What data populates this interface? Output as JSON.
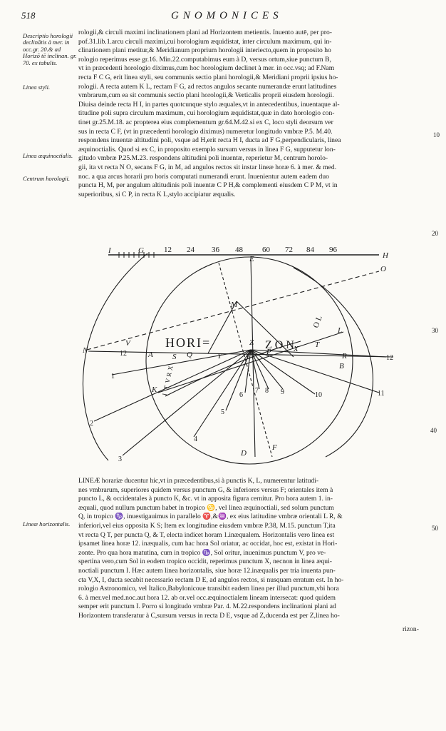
{
  "page": {
    "number": "518",
    "running_head": "GNOMONICES"
  },
  "margin_notes": [
    "Descriptio horologii declinātis à mer. in occ.gr. 20.& ad Horizō tē inclinan. gr. 70. ex tabulis.",
    "Linea styli.",
    "Linea æquinoctialis.",
    "Centrum horologii.",
    "Lineæ horizontalis."
  ],
  "line_numbers": [
    "10",
    "20",
    "30",
    "40",
    "50"
  ],
  "paragraph1": [
    "rologii,& circuli maximi inclinationem plani ad Horizontem metientis. Inuento autē, per pro-",
    "pof.31.lib.1.arcu circuli maximi,cui horologium æquidistat, inter circulum maximum, qui in-",
    "clinationem plani metitur,& Meridianum proprium horologii interiecto,quem in proposito ho",
    "rologio reperimus esse gr.16. Min.22.computabimus eum à D, versus ortum,siue punctum B,",
    "vt in præcedenti horologio diximus,cum hoc horologium declinet à mer. in occ.vsq; ad F.Nam",
    "recta F C G, erit linea styli, seu communis sectio plani horologii,& Meridiani proprii ipsius ho-",
    "rologii. A recta autem K L, rectam F G, ad rectos angulos secante numerandæ erunt latitudines",
    "vmbrarum,cum ea sit communis sectio plani horologii,& Verticalis proprii eiusdem horologii.",
    "Diuisa deinde recta H I, in partes quotcunque stylo æquales,vt in antecedentibus, inuentaque al-",
    "titudine poli supra circulum maximum, cui horologium æquidistat,quæ in dato horologio con-",
    "tinet gr.25.M.18. ac propterea eius complementum gr.64.M.42.si ex C, loco styli deorsum ver",
    "sus in recta C F, (vt in præcedenti horologio diximus) numeretur longitudo vmbræ P.5. M.40.",
    "respondens inuentæ altitudini poli, vsque ad H,erit recta H I, ducta ad F G,perpendicularis, linea",
    "æquinoctialis. Quod si ex C, in proposito exemplo sursum versus in linea F G, supputetur lon-",
    "gitudo vmbræ P.25.M.23. respondens altitudini poli inuentæ, reperietur M, centrum horolo-",
    "gii, ita vt recta N O, secans F G, in M, ad angulos rectos sit instar lineæ horæ 6. à mer. & med.",
    "noc. a qua arcus horarii pro horis computati numerandi erunt. Inuenientur autem eadem duo",
    "puncta H, M, per angulum altitudinis poli inuentæ C P H,& complementi eiusdem C P M, vt in",
    "superioribus, si C P, in recta K L,stylo accipiatur æqualis."
  ],
  "diagram": {
    "letters": [
      "I",
      "G",
      "E",
      "H",
      "O",
      "M",
      "N",
      "V",
      "L",
      "T",
      "A",
      "S",
      "Q",
      "Y",
      "Z",
      "C",
      "P",
      "R",
      "B",
      "K",
      "X",
      "D",
      "F"
    ],
    "scale_numbers": [
      "12",
      "24",
      "36",
      "48",
      "60",
      "72",
      "84",
      "96"
    ],
    "hour_numbers": [
      "12",
      "12",
      "1",
      "2",
      "3",
      "4",
      "5",
      "6",
      "7",
      "8",
      "9",
      "10",
      "11"
    ],
    "word_left": "HORI=",
    "word_right": "ZON",
    "word_ol": "O L",
    "stamp_letters": [
      "I",
      "T",
      "V",
      "R",
      "X"
    ]
  },
  "paragraph2": [
    "LINEÆ horariæ ducentur hic,vt in præcedentibus,si à punctis K, L, numerentur latitudi-",
    "nes vmbrarum, superiores quidem versus punctum G, & inferiores versus F; orientales item à",
    "puncto L, & occidentales à puncto K, &c. vt in apposita figura cernitur. Pro hora autem 1. in-",
    "æquali, quod nullum punctum habet in tropico ♋, vel linea æquinoctiali, sed solum punctum",
    "Q, in tropico ♑, inuestigauimus in parallelo ♈,&♒, ex eius latitudine vmbræ orientali L R, &",
    "inferiori,vel eius opposita K S; Item ex longitudine eiusdem vmbræ P.38, M.15. punctum T,ita",
    "vt recta Q T, per puncta Q, & T, electa indicet horam 1.inæqualem. Horizontalis vero linea est",
    "ipsamet linea horæ 12. inæqualis, cum hac hora Sol oriatur, ac occidat, hoc est, existat in Hori-",
    "zonte. Pro qua hora matutina, cum in tropico ♑, Sol oritur, inuenimus punctum V, pro ve-",
    "spertina vero,cum Sol in eodem tropico occidit, reperimus punctum X, necnon in linea æqui-",
    "noctiali punctum I. Hæc autem linea horizontalis, siue horæ 12.inæqualis per tria inuenta pun-",
    "cta V,X, I, ducta secabit necessario rectam D E, ad angulos rectos, si nusquam erratum est. In ho-",
    "rologio Astronomico, vel Italico,Babylonicoue transibit eadem linea per illud punctum,vbi hora",
    "6. à mer.vel med.noc.aut hora 12. ab or.vel occ.æquinoctialem lineam intersecat: quod quidem",
    "semper erit punctum I. Porro si longitudo vmbræ Par. 4. M.22.respondens inclinationi plani ad",
    "Horizontem transferatur à C,sursum versus in recta D E, vsque ad Z,ducenda est per Z,linea ho-"
  ],
  "catchword": "rizon-"
}
